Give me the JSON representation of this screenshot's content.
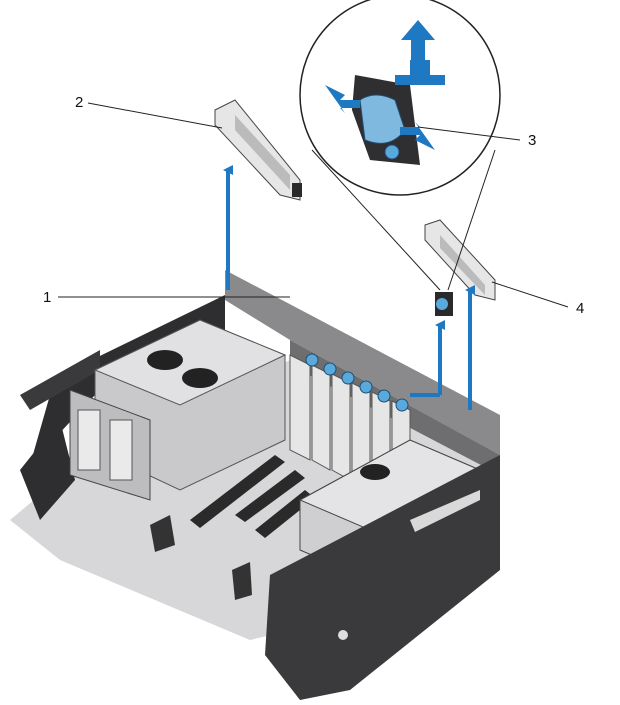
{
  "callouts": [
    {
      "id": "1",
      "label": "1"
    },
    {
      "id": "2",
      "label": "2"
    },
    {
      "id": "3",
      "label": "3"
    },
    {
      "id": "4",
      "label": "4"
    }
  ],
  "colors": {
    "arrow": "#1e78c2",
    "chassis_dark": "#3a3a3c",
    "chassis_mid": "#8a8a8c",
    "chassis_light": "#c9c9cb",
    "floor": "#d7d7d9",
    "latch": "#7fb9df"
  }
}
